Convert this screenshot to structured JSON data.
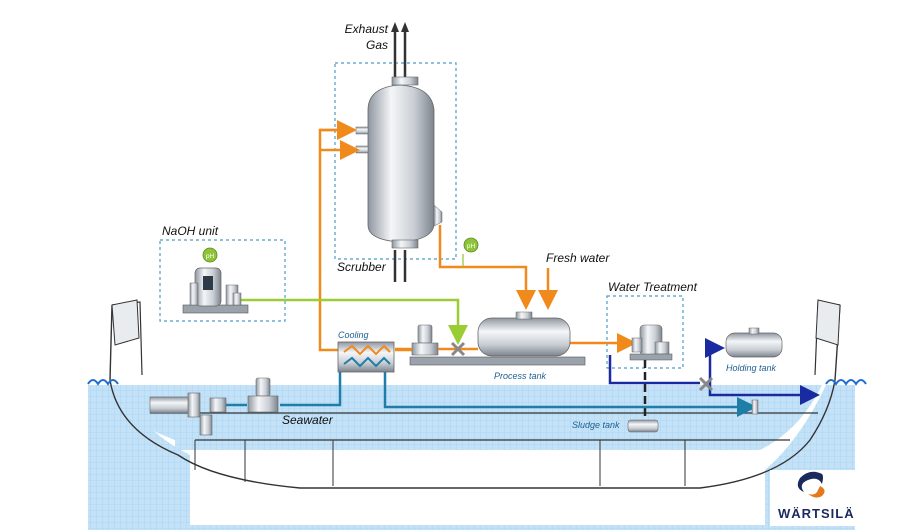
{
  "labels": {
    "exhaust_line1": "Exhaust",
    "exhaust_line2": "Gas",
    "scrubber": "Scrubber",
    "naoh_unit": "NaOH unit",
    "fresh_water": "Fresh water",
    "water_treatment": "Water Treatment",
    "cooling": "Cooling",
    "process_tank": "Process tank",
    "holding_tank": "Holding tank",
    "seawater": "Seawater",
    "sludge_tank": "Sludge tank",
    "ph_badge_naoh": "pH",
    "ph_badge_scrubber": "pH"
  },
  "logo": {
    "text": "WÄRTSILÄ"
  },
  "colors": {
    "seawater_blue": "#bfe0f7",
    "water_wave": "#1f6fd0",
    "orange_line": "#f08a1c",
    "green_line": "#9acd32",
    "teal_line": "#1f7ea8",
    "navy_line": "#1a2aa0",
    "dashed_box": "#4a9cc8",
    "ph_badge": "#8fc43a"
  }
}
